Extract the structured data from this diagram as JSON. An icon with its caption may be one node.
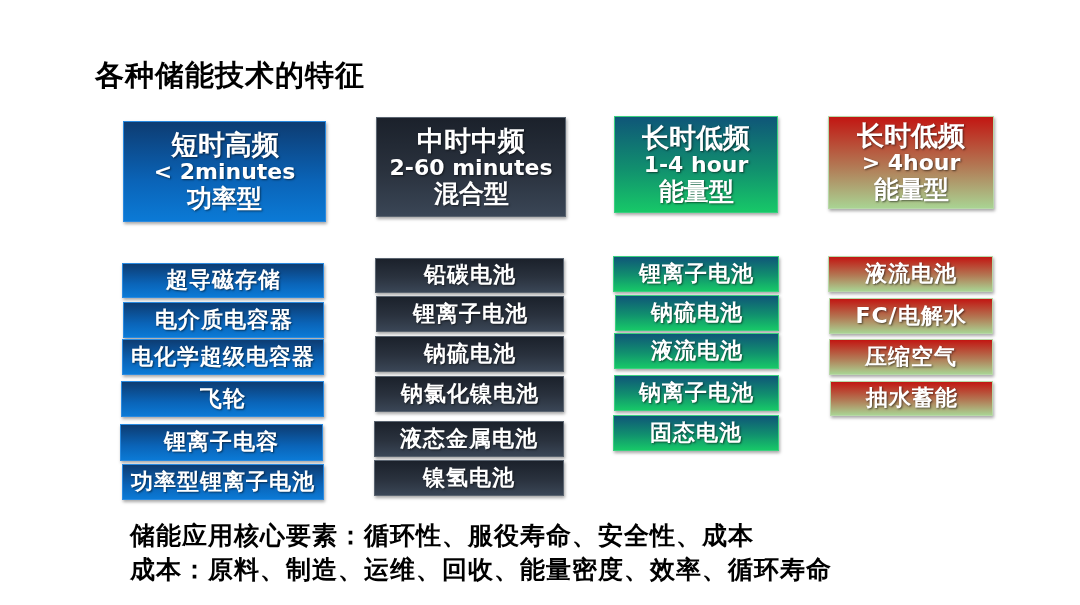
{
  "diagram": {
    "title": "各种储能技术的特征",
    "nodes": [
      {
        "text": [
          "短时高频",
          "< 2minutes",
          "功率型"
        ]
      },
      {
        "text": [
          "中时中频",
          "2-60 minutes",
          "混合型"
        ]
      },
      {
        "text": [
          "长时低频",
          "1-4 hour",
          "能量型"
        ]
      },
      {
        "text": [
          "长时低频",
          "> 4hour",
          "能量型"
        ]
      },
      {
        "text": [
          "超导磁存储"
        ]
      },
      {
        "text": [
          "电介质电容器"
        ]
      },
      {
        "text": [
          "电化学超级电容器"
        ]
      },
      {
        "text": [
          "飞轮"
        ]
      },
      {
        "text": [
          "锂离子电容"
        ]
      },
      {
        "text": [
          "功率型锂离子电池"
        ]
      },
      {
        "text": [
          "铅碳电池"
        ]
      },
      {
        "text": [
          "锂离子电池"
        ]
      },
      {
        "text": [
          "钠硫电池"
        ]
      },
      {
        "text": [
          "钠氯化镍电池"
        ]
      },
      {
        "text": [
          "液态金属电池"
        ]
      },
      {
        "text": [
          "镍氢电池"
        ]
      },
      {
        "text": [
          "锂离子电池"
        ]
      },
      {
        "text": [
          "钠硫电池"
        ]
      },
      {
        "text": [
          "液流电池"
        ]
      },
      {
        "text": [
          "钠离子电池"
        ]
      },
      {
        "text": [
          "固态电池"
        ]
      },
      {
        "text": [
          "液流电池"
        ]
      },
      {
        "text": [
          "FC/电解水"
        ]
      },
      {
        "text": [
          "压缩空气"
        ]
      },
      {
        "text": [
          "抽水蓄能"
        ]
      }
    ],
    "labels": [
      "储能应用核心要素：循环性、服役寿命、安全性、成本",
      "成本：原料、制造、运维、回收、能量密度、效率、循环寿命"
    ]
  }
}
